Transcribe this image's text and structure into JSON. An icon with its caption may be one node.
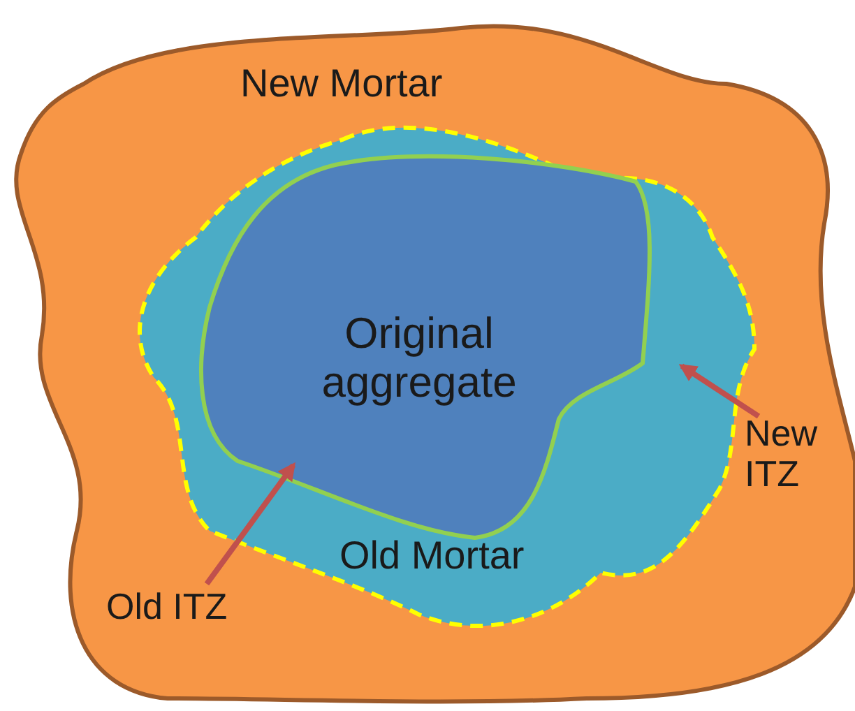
{
  "diagram": {
    "nodes": [
      {
        "text": [
          "New Mortar"
        ]
      },
      {
        "text": [
          "Old Mortar"
        ],
        "in": 0
      },
      {
        "text": [
          "Original aggregate"
        ],
        "in": 1
      },
      {
        "text": [
          "Old ITZ"
        ],
        "in": 0
      },
      {
        "text": [
          "New ITZ"
        ],
        "in": 0
      }
    ],
    "edges": [
      {
        "from": 3,
        "to": 2,
        "arrow": "to"
      },
      {
        "from": 4,
        "to": 1,
        "arrow": "to"
      }
    ]
  }
}
